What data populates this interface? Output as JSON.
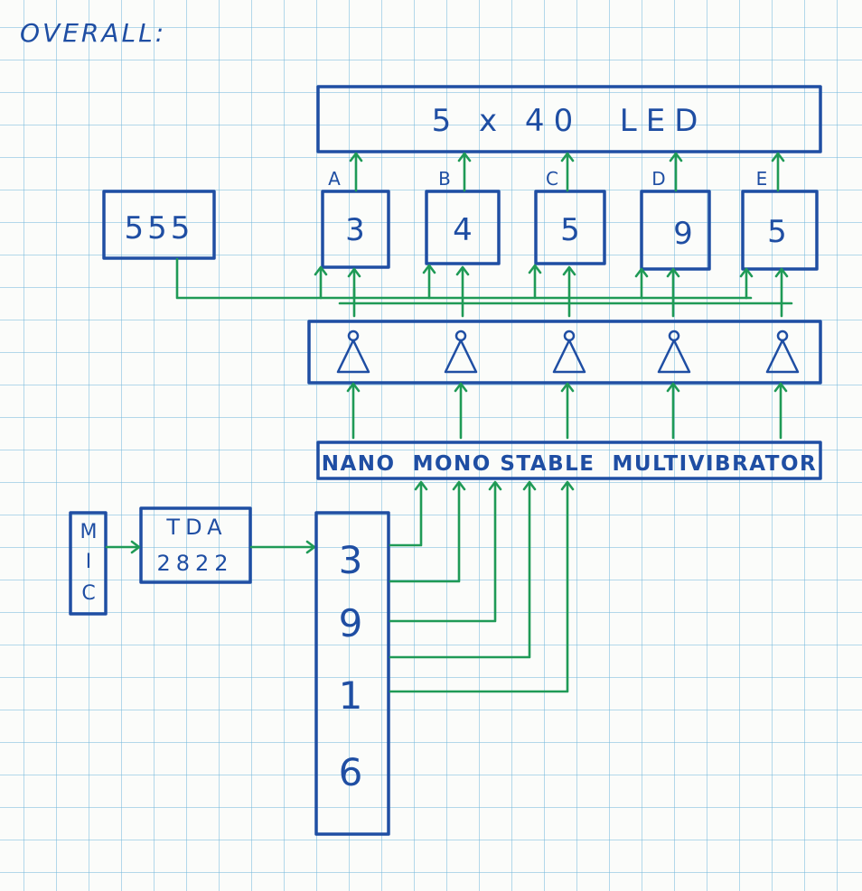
{
  "title": "OVERALL:",
  "led": {
    "label": "5 x 40  LED"
  },
  "timer": {
    "label": "555"
  },
  "digits": [
    {
      "label": "A",
      "value": "3"
    },
    {
      "label": "B",
      "value": "4"
    },
    {
      "label": "C",
      "value": "5"
    },
    {
      "label": "D",
      "value": "9"
    },
    {
      "label": "E",
      "value": "5"
    }
  ],
  "nano": {
    "label": "NANO  MONO STABLE  MULTIVIBRATOR"
  },
  "mic": {
    "letters": [
      "M",
      "I",
      "C"
    ]
  },
  "amp": {
    "line1": "TDA",
    "line2": "2822"
  },
  "sequence": {
    "values": [
      "3",
      "9",
      "1",
      "6"
    ]
  },
  "colors": {
    "ink": "#1f4ea3",
    "wire": "#1f9a56",
    "grid": "#78b9dc"
  }
}
